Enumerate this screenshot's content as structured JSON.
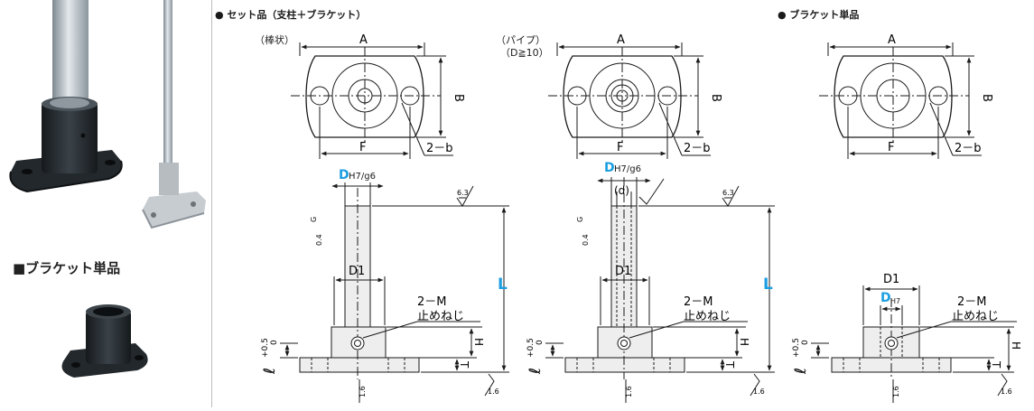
{
  "left": {
    "heading": "■ブラケット単品"
  },
  "titles": {
    "set": "● セット品（支柱＋ブラケット）",
    "bracket": "● ブラケット単品"
  },
  "variants": {
    "rod": "（棒状）",
    "pipe_1": "（パイプ）",
    "pipe_2": "（D≧10）"
  },
  "dims": {
    "A": "A",
    "B": "B",
    "F": "F",
    "b": "2－b",
    "M": "2－M",
    "setscrew": "止めねじ",
    "H": "H",
    "T": "T",
    "L": "L",
    "D1": "D1",
    "d": "(d)",
    "D": "D",
    "tol_shaft": "H7/g6",
    "tol_hole": "H7",
    "ell": "ℓ",
    "ell_tol_upper": "+0.5",
    "ell_tol_lower": "0",
    "r63": "6.3",
    "r16": "1.6",
    "r04": "0.4",
    "G": "G"
  },
  "colors": {
    "accent_blue": "#1c9ee0",
    "line": "#1a1a1a",
    "part_fill": "#eeeeee"
  }
}
